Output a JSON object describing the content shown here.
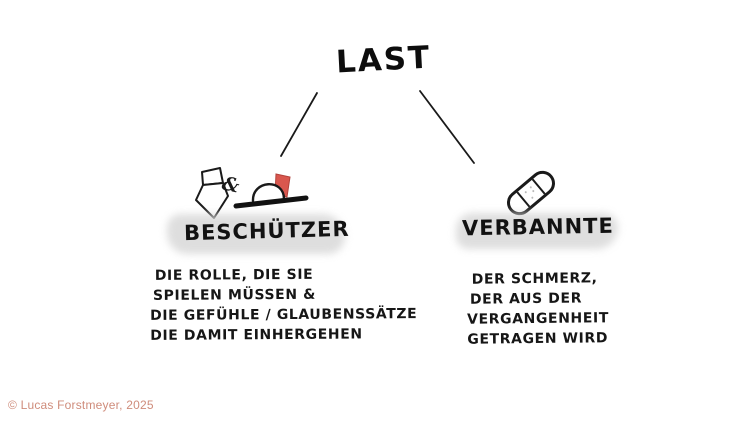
{
  "title": {
    "text": "LAST"
  },
  "branches": {
    "beschuetzer": {
      "label": "BESCHÜTZER",
      "icon_names": [
        "necktie-icon",
        "helmet-icon"
      ],
      "ampersand": "&",
      "description_lines": [
        "DIE ROLLE, DIE SIE",
        "SPIELEN MÜSSEN &",
        "DIE GEFÜHLE / GLAUBENSSÄTZE",
        "DIE DAMIT EINHERGEHEN"
      ]
    },
    "verbannte": {
      "label": "VERBANNTE",
      "icon_names": [
        "bandage-icon"
      ],
      "description_lines": [
        "DER SCHMERZ,",
        "DER AUS DER",
        "VERGANGENHEIT",
        "GETRAGEN WIRD"
      ]
    }
  },
  "footer": {
    "copyright": "© Lucas Forstmeyer, 2025"
  },
  "colors": {
    "ink": "#141414",
    "accent_red": "#d9574e",
    "accent_red_edge": "#b2423b",
    "highlight_gray": "#d6d6d6",
    "copyright_text": "#cf8c7b",
    "background": "#ffffff"
  }
}
